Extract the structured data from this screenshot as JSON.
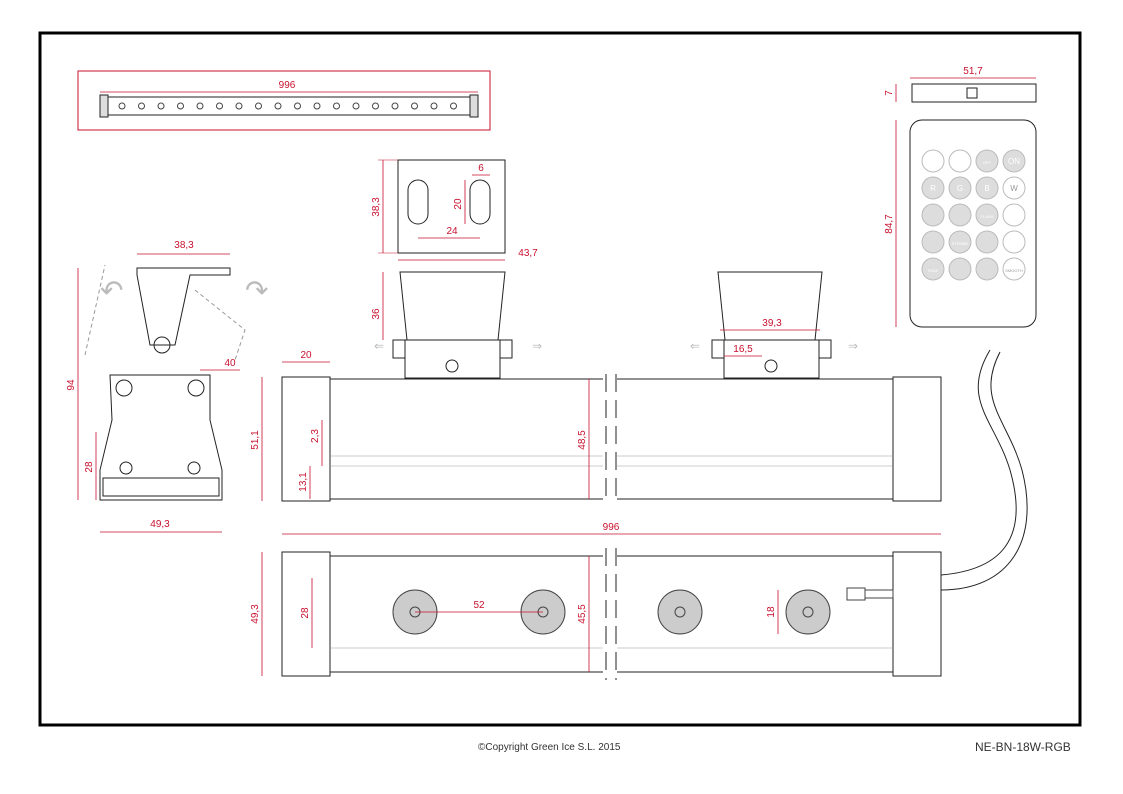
{
  "footer": {
    "copyright": "©Copyright Green Ice S.L. 2015",
    "model": "NE-BN-18W-RGB"
  },
  "dimensions": {
    "top_length": "996",
    "bracket_h": "38,3",
    "bracket_slot_w": "6",
    "bracket_slot_h": "20",
    "bracket_slot_spacing": "24",
    "bracket_w": "43,7",
    "bracket_side_h": "36",
    "profile_top_w": "38,3",
    "profile_h": "94",
    "profile_side": "40",
    "profile_lower": "28",
    "profile_w": "49,3",
    "end_cap_w": "20",
    "body_h": "51,1",
    "gap_2": "2,3",
    "gap_13": "13,1",
    "body_inner_h": "48,5",
    "mount_w": "39,3",
    "mount_inner": "16,5",
    "bottom_length": "996",
    "bottom_h": "49,3",
    "bottom_inner": "28",
    "lens_spacing": "52",
    "bottom_inner_h": "45,5",
    "lens_d": "18",
    "remote_w": "51,7",
    "remote_t": "7",
    "remote_h": "84,7"
  },
  "remote": {
    "buttons": [
      "",
      "",
      "OFF",
      "ON",
      "R",
      "G",
      "B",
      "W",
      "",
      "",
      "FLASH",
      "",
      "",
      "STROBE",
      "",
      "",
      "FADE",
      "",
      "",
      "SMOOTH"
    ]
  },
  "colors": {
    "dimension": "#c8102e",
    "line": "#222222",
    "frame": "#000000"
  }
}
